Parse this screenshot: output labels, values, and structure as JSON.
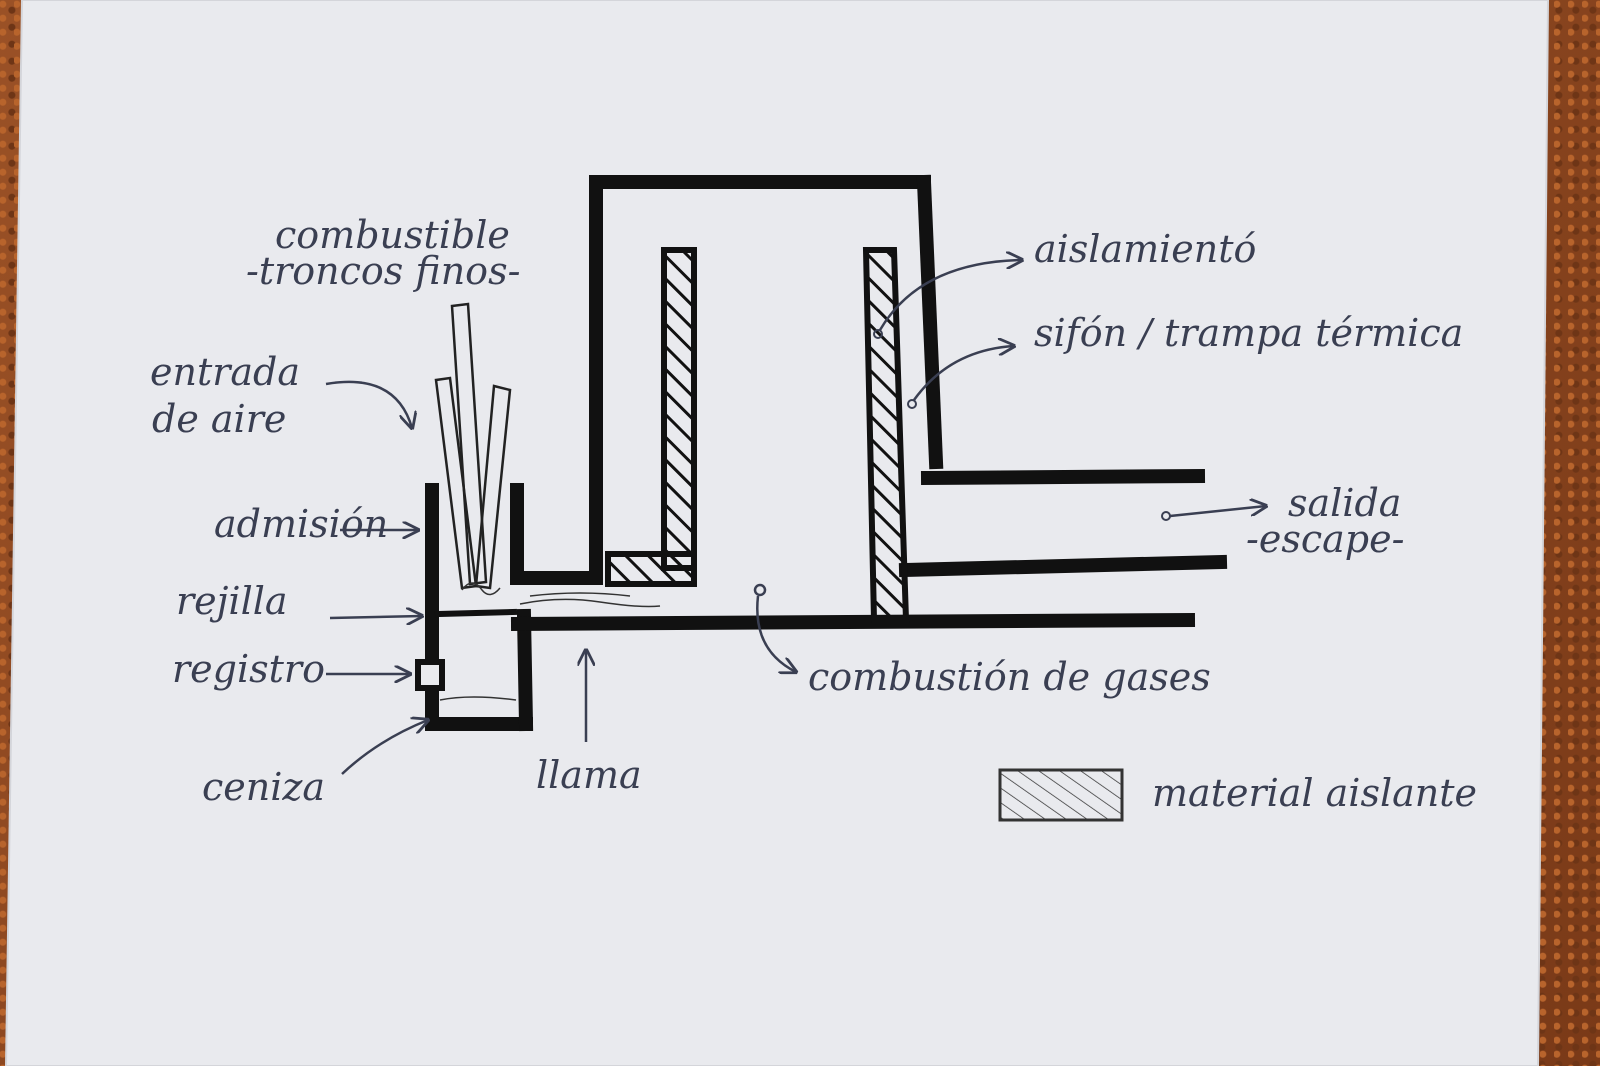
{
  "diagram": {
    "labels": {
      "combustible": "combustible",
      "troncos": "-troncos finos-",
      "entrada1": "entrada",
      "entrada2": "de aire",
      "admision": "admisión",
      "rejilla": "rejilla",
      "registro": "registro",
      "ceniza": "ceniza",
      "llama": "llama",
      "aislamiento": "aislamientó",
      "sifon": "sifón / trampa térmica",
      "salida": "salida",
      "escape": "-escape-",
      "combustion": "combustión de gases",
      "legend": "material aislante"
    }
  }
}
